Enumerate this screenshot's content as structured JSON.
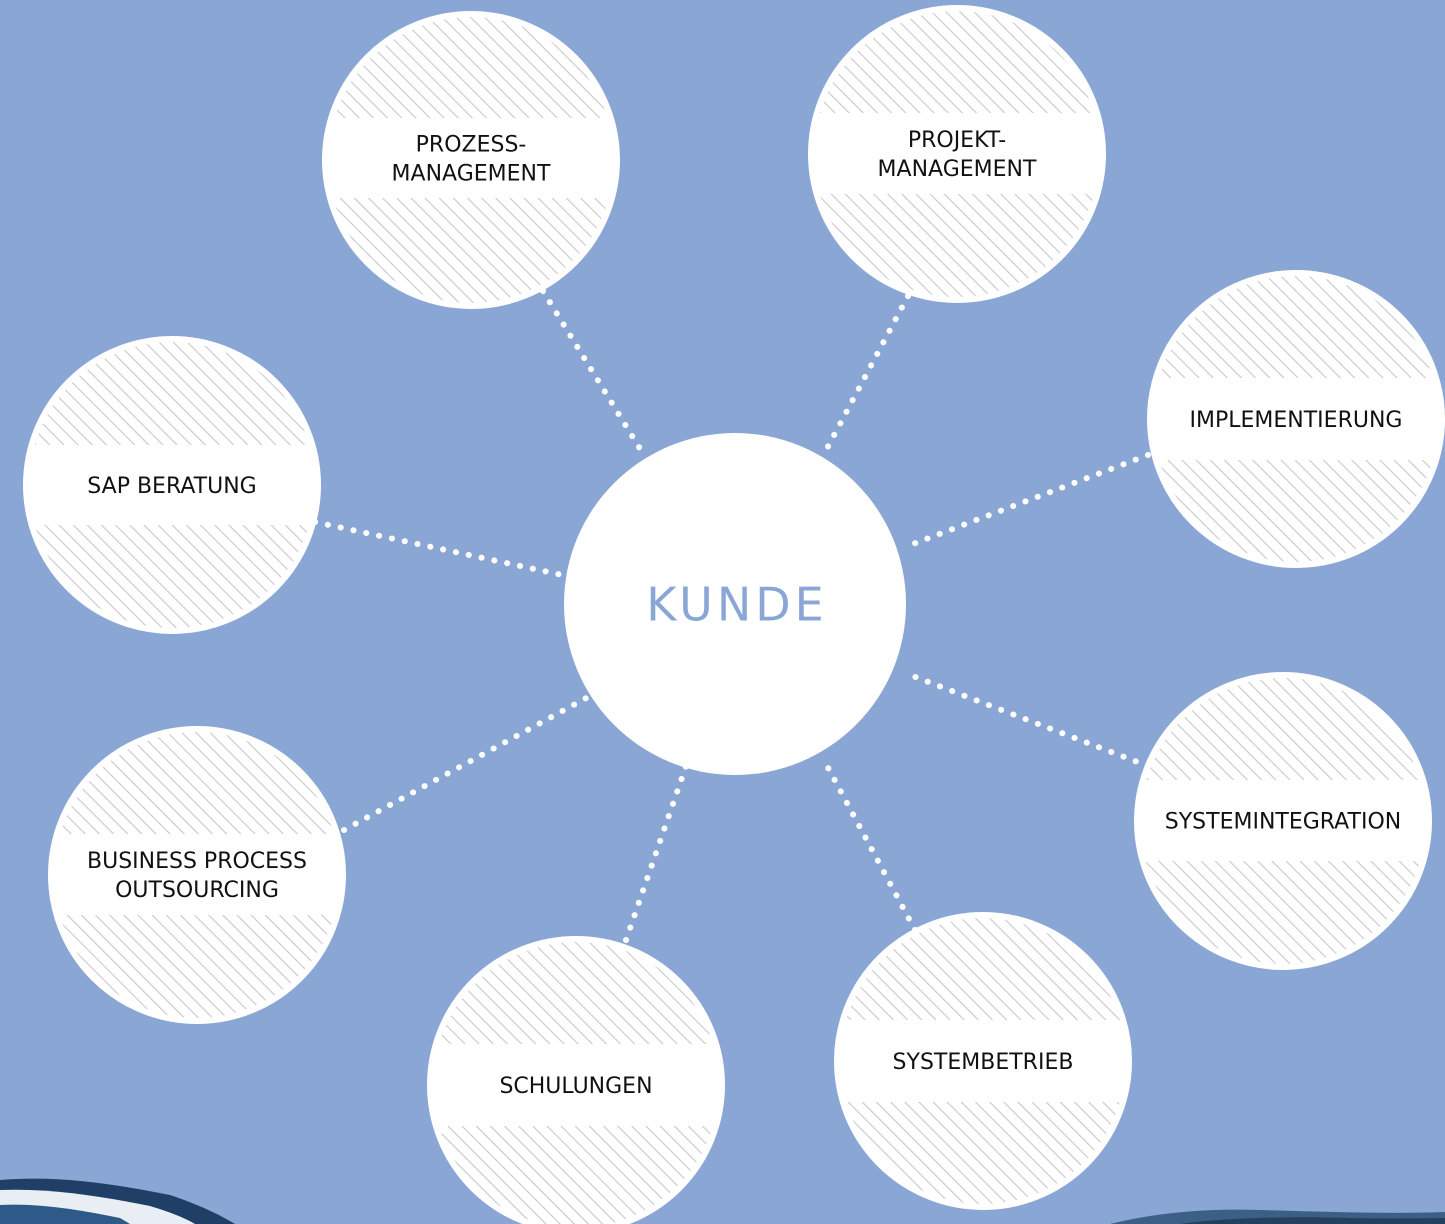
{
  "colors": {
    "background": "#8aa6d4",
    "node_fill": "#ffffff",
    "hatch": "#c8c8c8",
    "connector": "#ffffff",
    "center_text": "#8aa6d4",
    "label_text": "#111111"
  },
  "center": {
    "label": "KUNDE"
  },
  "nodes": [
    {
      "id": "prozess-management",
      "lines": [
        "PROZESS-",
        "MANAGEMENT"
      ]
    },
    {
      "id": "projekt-management",
      "lines": [
        "PROJEKT-",
        "MANAGEMENT"
      ]
    },
    {
      "id": "implementierung",
      "lines": [
        "IMPLEMENTIERUNG"
      ]
    },
    {
      "id": "systemintegration",
      "lines": [
        "SYSTEMINTEGRATION"
      ]
    },
    {
      "id": "systembetrieb",
      "lines": [
        "SYSTEMBETRIEB"
      ]
    },
    {
      "id": "schulungen",
      "lines": [
        "SCHULUNGEN"
      ]
    },
    {
      "id": "business-process-outsourcing",
      "lines": [
        "BUSINESS PROCESS",
        "OUTSOURCING"
      ]
    },
    {
      "id": "sap-beratung",
      "lines": [
        "SAP BERATUNG"
      ]
    }
  ]
}
